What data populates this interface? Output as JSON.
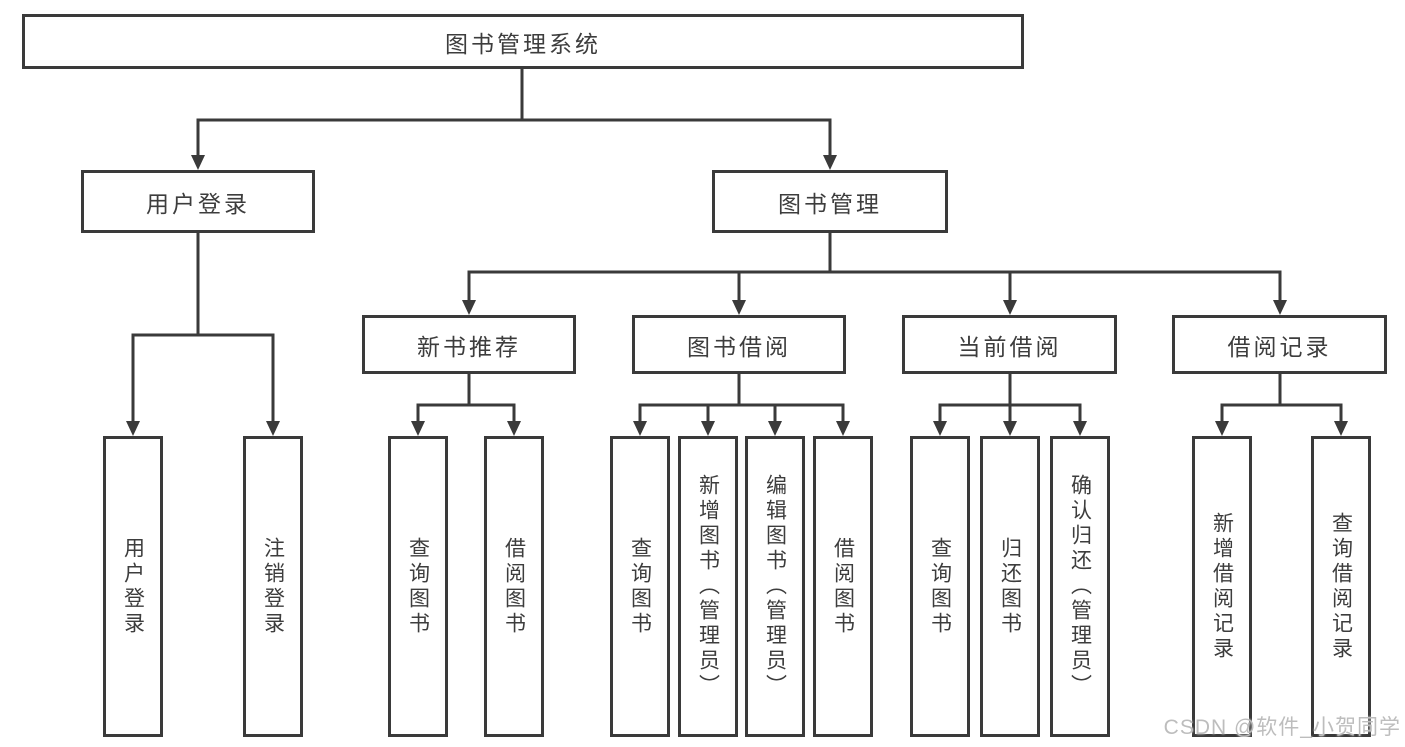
{
  "diagram": {
    "root": {
      "label": "图书管理系统"
    },
    "level2": [
      {
        "id": "user-login",
        "label": "用户登录"
      },
      {
        "id": "book-management",
        "label": "图书管理"
      }
    ],
    "level3": [
      {
        "id": "new-book-recommend",
        "label": "新书推荐",
        "parent": "图书管理"
      },
      {
        "id": "book-borrow",
        "label": "图书借阅",
        "parent": "图书管理"
      },
      {
        "id": "current-borrow",
        "label": "当前借阅",
        "parent": "图书管理"
      },
      {
        "id": "borrow-records",
        "label": "借阅记录",
        "parent": "图书管理"
      }
    ],
    "leaves": [
      {
        "group": "用户登录",
        "label": "用户登录"
      },
      {
        "group": "用户登录",
        "label": "注销登录"
      },
      {
        "group": "新书推荐",
        "label": "查询图书"
      },
      {
        "group": "新书推荐",
        "label": "借阅图书"
      },
      {
        "group": "图书借阅",
        "label": "查询图书"
      },
      {
        "group": "图书借阅",
        "label": "新增图书（管理员）"
      },
      {
        "group": "图书借阅",
        "label": "编辑图书（管理员）"
      },
      {
        "group": "图书借阅",
        "label": "借阅图书"
      },
      {
        "group": "当前借阅",
        "label": "查询图书"
      },
      {
        "group": "当前借阅",
        "label": "归还图书"
      },
      {
        "group": "当前借阅",
        "label": "确认归还（管理员）"
      },
      {
        "group": "借阅记录",
        "label": "新增借阅记录"
      },
      {
        "group": "借阅记录",
        "label": "查询借阅记录"
      }
    ]
  },
  "watermark": "CSDN @软件_小贺同学",
  "colors": {
    "line": "#3a3a3a",
    "text": "#3d3d3d",
    "watermark": "#bdbdbd",
    "background": "#ffffff"
  }
}
